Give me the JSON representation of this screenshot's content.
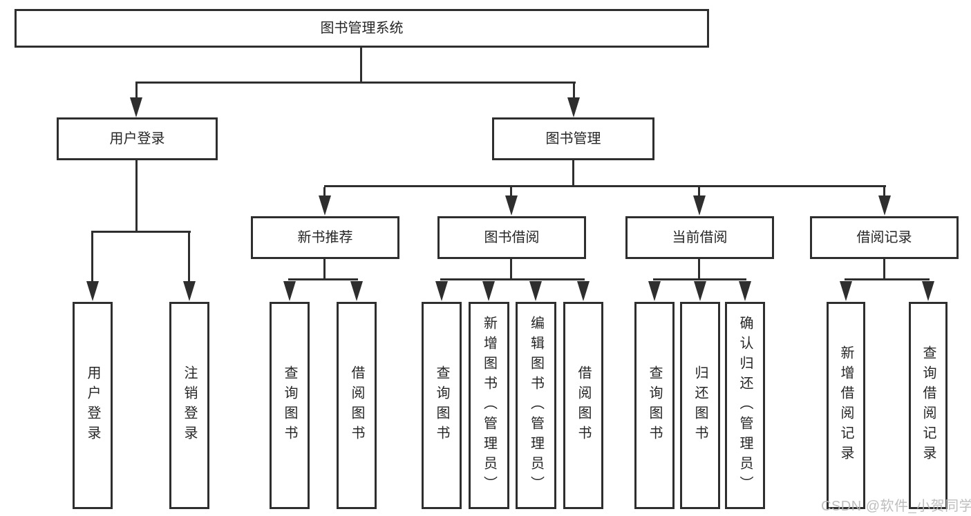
{
  "tree": {
    "label": "图书管理系统",
    "children": [
      {
        "label": "用户登录",
        "children": [
          {
            "label": "用户登录"
          },
          {
            "label": "注销登录"
          }
        ]
      },
      {
        "label": "图书管理",
        "children": [
          {
            "label": "新书推荐",
            "children": [
              {
                "label": "查询图书"
              },
              {
                "label": "借阅图书"
              }
            ]
          },
          {
            "label": "图书借阅",
            "children": [
              {
                "label": "查询图书"
              },
              {
                "label": "新增图书（管理员）"
              },
              {
                "label": "编辑图书（管理员）"
              },
              {
                "label": "借阅图书"
              }
            ]
          },
          {
            "label": "当前借阅",
            "children": [
              {
                "label": "查询图书"
              },
              {
                "label": "归还图书"
              },
              {
                "label": "确认归还（管理员）"
              }
            ]
          },
          {
            "label": "借阅记录",
            "children": [
              {
                "label": "新增借阅记录"
              },
              {
                "label": "查询借阅记录"
              }
            ]
          }
        ]
      }
    ]
  },
  "watermark": "CSDN @软件_小贺同学",
  "colors": {
    "line": "#2e2e2e",
    "text": "#262626",
    "watermark": "#b9b9b9",
    "background": "#ffffff"
  }
}
